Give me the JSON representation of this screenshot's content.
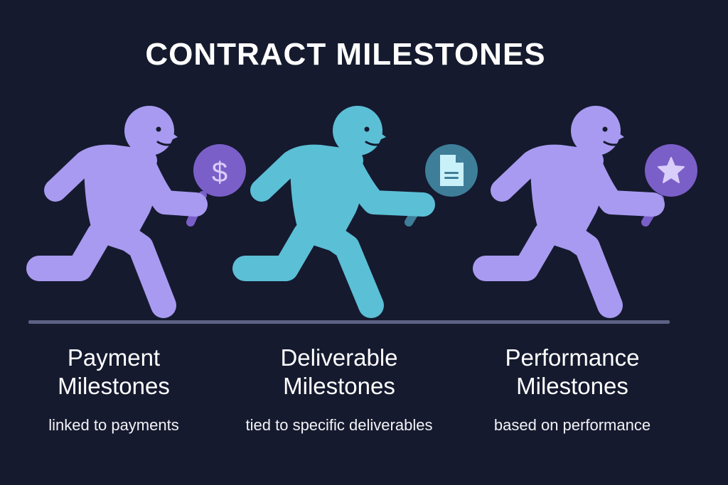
{
  "title": "CONTRACT MILESTONES",
  "colors": {
    "background": "#151a2e",
    "ground_line": "#5d6285",
    "purple_figure": "#a89af0",
    "purple_badge": "#7b5fc8",
    "purple_glyph": "#d9cdfa",
    "cyan_figure": "#5bbfd6",
    "cyan_badge": "#3e7e99",
    "cyan_glyph": "#c9f1fa",
    "text": "#ffffff"
  },
  "milestones": [
    {
      "name_line1": "Payment",
      "name_line2": "Milestones",
      "description": "linked to payments",
      "icon": "dollar-icon",
      "figure_color": "purple"
    },
    {
      "name_line1": "Deliverable",
      "name_line2": "Milestones",
      "description": "tied to specific deliverables",
      "icon": "document-icon",
      "figure_color": "cyan"
    },
    {
      "name_line1": "Performance",
      "name_line2": "Milestones",
      "description": "based on performance",
      "icon": "star-icon",
      "figure_color": "purple"
    }
  ]
}
